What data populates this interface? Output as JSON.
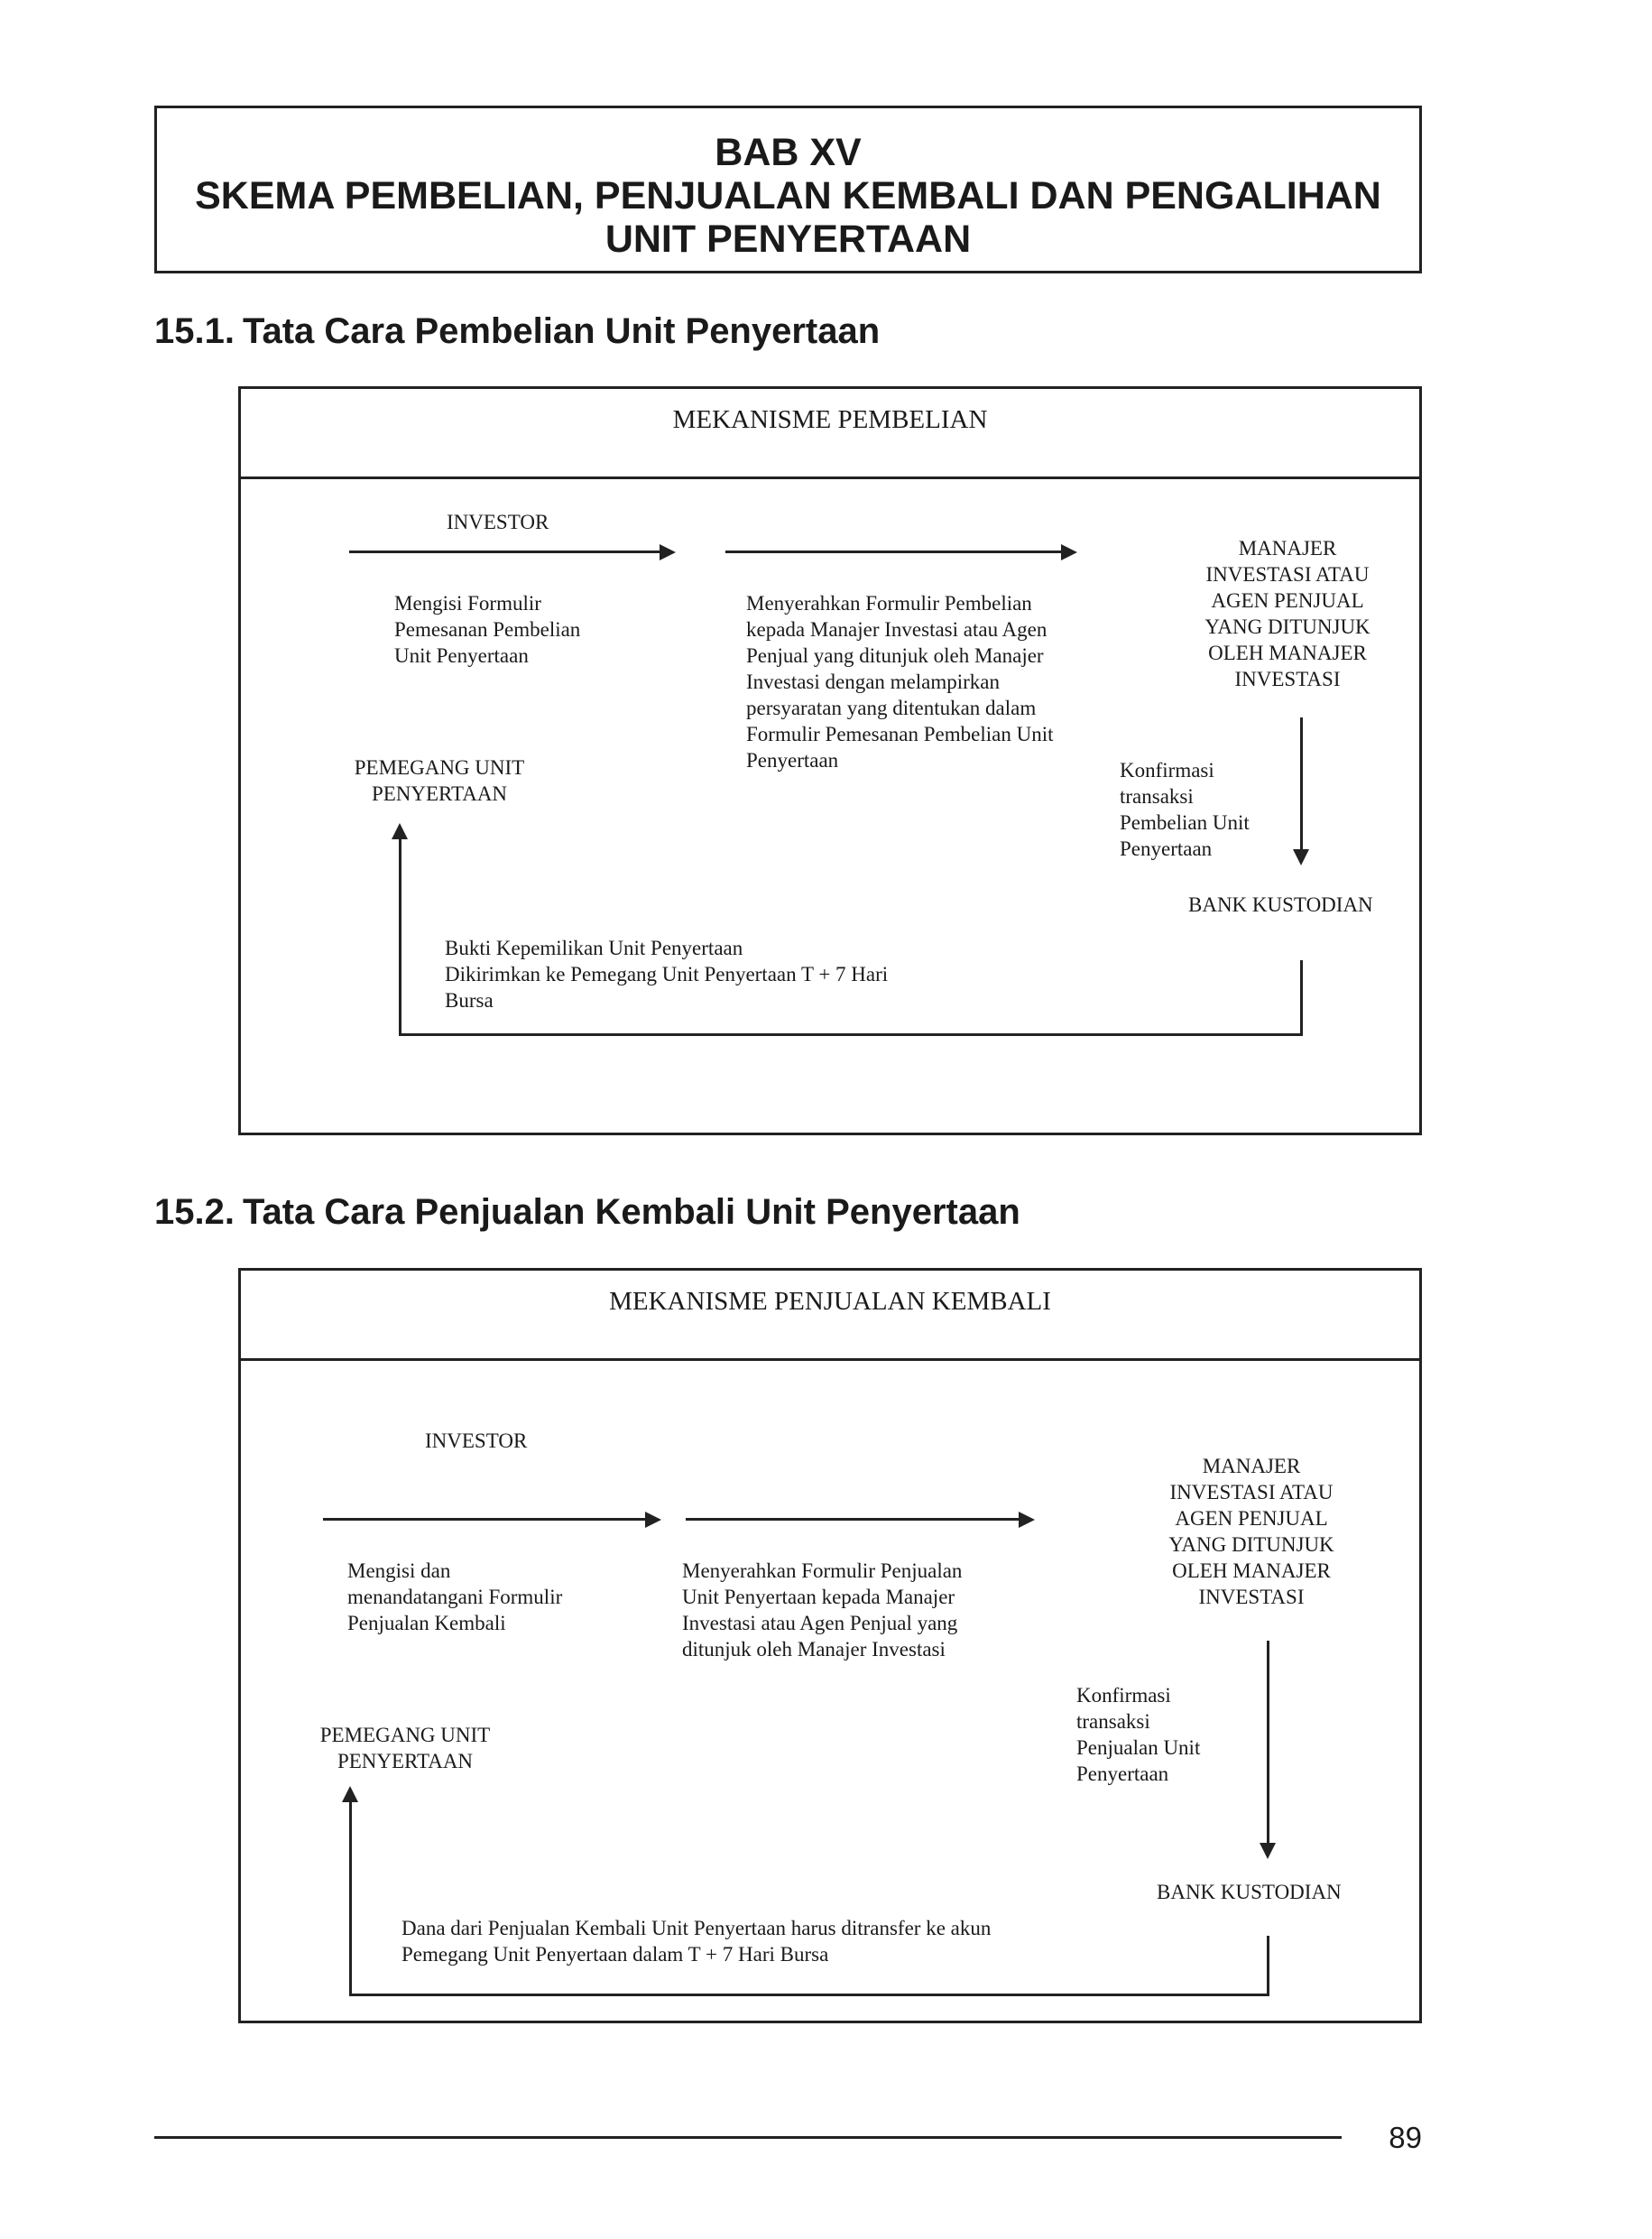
{
  "chapter": {
    "number": "BAB XV",
    "title_line1": "SKEMA PEMBELIAN, PENJUALAN KEMBALI DAN PENGALIHAN",
    "title_line2": "UNIT PENYERTAAN"
  },
  "section1": {
    "number": "15.1.",
    "title": "Tata Cara Pembelian Unit Penyertaan",
    "diagram": {
      "header": "MEKANISME PEMBELIAN",
      "investor": "INVESTOR",
      "step1": [
        "Mengisi Formulir",
        "Pemesanan Pembelian",
        "Unit Penyertaan"
      ],
      "step2": [
        "Menyerahkan Formulir Pembelian",
        "kepada Manajer Investasi atau Agen",
        "Penjual yang ditunjuk oleh Manajer",
        "Investasi dengan melampirkan",
        "persyaratan yang ditentukan dalam",
        "Formulir Pemesanan Pembelian Unit",
        "Penyertaan"
      ],
      "manager": [
        "MANAJER",
        "INVESTASI ATAU",
        "AGEN PENJUAL",
        "YANG DITUNJUK",
        "OLEH MANAJER",
        "INVESTASI"
      ],
      "holder": [
        "PEMEGANG UNIT",
        "PENYERTAAN"
      ],
      "confirmation": [
        "Konfirmasi",
        "transaksi",
        "Pembelian Unit",
        "Penyertaan"
      ],
      "custodian": "BANK KUSTODIAN",
      "proof": [
        "Bukti Kepemilikan Unit Penyertaan",
        "Dikirimkan ke Pemegang Unit Penyertaan T + 7 Hari",
        "Bursa"
      ]
    }
  },
  "section2": {
    "number": "15.2.",
    "title": "Tata Cara Penjualan Kembali Unit Penyertaan",
    "diagram": {
      "header": "MEKANISME PENJUALAN KEMBALI",
      "investor": "INVESTOR",
      "step1": [
        "Mengisi dan",
        "menandatangani Formulir",
        "Penjualan Kembali"
      ],
      "step2": [
        "Menyerahkan Formulir Penjualan",
        "Unit Penyertaan kepada Manajer",
        "Investasi atau Agen Penjual yang",
        "ditunjuk oleh Manajer Investasi"
      ],
      "manager": [
        "MANAJER",
        "INVESTASI ATAU",
        "AGEN PENJUAL",
        "YANG DITUNJUK",
        "OLEH MANAJER",
        "INVESTASI"
      ],
      "holder": [
        "PEMEGANG UNIT",
        "PENYERTAAN"
      ],
      "confirmation": [
        "Konfirmasi",
        "transaksi",
        "Penjualan Unit",
        "Penyertaan"
      ],
      "custodian": "BANK KUSTODIAN",
      "funds": [
        "Dana dari Penjualan Kembali Unit Penyertaan harus ditransfer ke akun",
        "Pemegang Unit Penyertaan dalam T + 7 Hari Bursa"
      ]
    }
  },
  "page_number": "89"
}
